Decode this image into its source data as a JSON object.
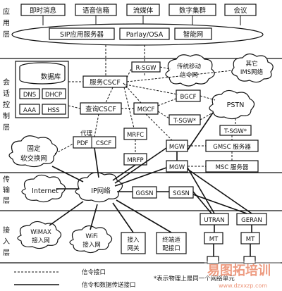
{
  "layers": {
    "application": "应用层",
    "session": "会话控制层",
    "transport": "传输层",
    "access": "接入层"
  },
  "apps": [
    "即时消息",
    "语音信箱",
    "流媒体",
    "数字集群",
    "会议"
  ],
  "app_servers": [
    "SIP应用服务器",
    "Parlay/OSA",
    "智能网"
  ],
  "database": {
    "title": "数据库",
    "items": [
      "DNS",
      "DHCP",
      "AAA",
      "HSS"
    ]
  },
  "nodes": {
    "r_sgw": "R-SGW",
    "serving_cscf": "服务CSCF",
    "legacy_mobile": [
      "传统移动",
      "信令网"
    ],
    "other_ims": [
      "其它",
      "IMS网络"
    ],
    "bgcf": "BGCF",
    "query_cscf": "查询CSCF",
    "mgcf": "MGCF",
    "pstn": "PSTN",
    "t_sgw_1": "T-SGW*",
    "t_sgw_2": "T-SGW*",
    "proxy_cscf_top": "代理",
    "proxy_cscf_pdf": "PDF",
    "proxy_cscf_bottom": "CSCF",
    "mrfc": "MRFC",
    "mrfp": "MRFP",
    "mgw_1": "MGW",
    "gmsc": "GMSC 服务器",
    "fixed_softswitch": [
      "固定",
      "软交换网"
    ],
    "mgw_2": "MGW",
    "msc": "MSC 服务器",
    "internet": "Internet",
    "ip_network": "IP网络",
    "ggsn": "GGSN",
    "sgsn": "SGSN",
    "utran": "UTRAN",
    "geran": "GERAN",
    "wimax": [
      "WiMAX",
      "接入网"
    ],
    "wifi": [
      "WiFi",
      "接入网"
    ],
    "access_gw": [
      "接入",
      "网关"
    ],
    "terminal_adapter": [
      "终端适",
      "配接口"
    ],
    "mt_1": "MT",
    "mt_2": "MT"
  },
  "legend": {
    "signaling": "信令接口",
    "signaling_data": "信令和数据传送接口",
    "note": "*表示物理上是同一个网络单元"
  },
  "watermark": {
    "brand": "易图拓培训",
    "url": "www.dzxxzp.com"
  }
}
